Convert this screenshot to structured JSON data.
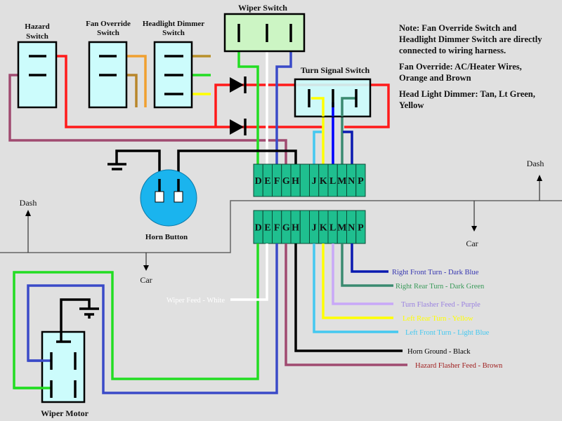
{
  "components": {
    "hazard_switch": "Hazard Switch",
    "hazard_switch_lines": [
      "Hazard",
      "Switch"
    ],
    "fan_override_lines": [
      "Fan Override",
      "Switch"
    ],
    "headlight_dimmer_lines": [
      "Headlight Dimmer",
      "Switch"
    ],
    "wiper_switch": "Wiper Switch",
    "turn_signal_switch": "Turn Signal Switch",
    "horn_button": "Horn Button",
    "wiper_motor": "Wiper Motor"
  },
  "notes": [
    "Note:  Fan Override Switch and",
    "Headlight Dimmer Switch are directly",
    "connected to wiring harness.",
    "Fan Override:  AC/Heater Wires,",
    "Orange and Brown",
    "Head Light Dimmer:  Tan, Lt Green,",
    "Yellow"
  ],
  "zones": {
    "dash": "Dash",
    "car": "Car"
  },
  "connector_pins": [
    "D",
    "E",
    "F",
    "G",
    "H",
    "",
    "J",
    "K",
    "L",
    "M",
    "N",
    "P"
  ],
  "wire_labels": {
    "wiper_feed": {
      "text": "Wiper Feed - White",
      "color": "#ffffff"
    },
    "right_front_turn": {
      "text": "Right Front Turn - Dark Blue",
      "color": "#3636b0"
    },
    "right_rear_turn": {
      "text": "Right Rear Turn - Dark Green",
      "color": "#3a9a5a"
    },
    "turn_flasher_feed": {
      "text": "Turn Flasher Feed - Purple",
      "color": "#9a82e0"
    },
    "left_rear_turn": {
      "text": "Left Rear Turn - Yellow",
      "color": "#ffff00"
    },
    "left_front_turn": {
      "text": "Left Front Turn - Light Blue",
      "color": "#44c8f0"
    },
    "horn_ground": {
      "text": "Horn Ground - Black",
      "color": "#000000"
    },
    "hazard_flasher_feed": {
      "text": "Hazard Flasher Feed - Brown",
      "color": "#a02020"
    }
  },
  "colors": {
    "background": "#e0e0e0",
    "switch_fill": "#ccfcfc",
    "connector": "#1fbf8f",
    "horn_button": "#1ab4ee",
    "red": "#ff1a1a",
    "green": "#22dd22",
    "blue": "#3a4ac8",
    "purple": "#a04a70"
  }
}
